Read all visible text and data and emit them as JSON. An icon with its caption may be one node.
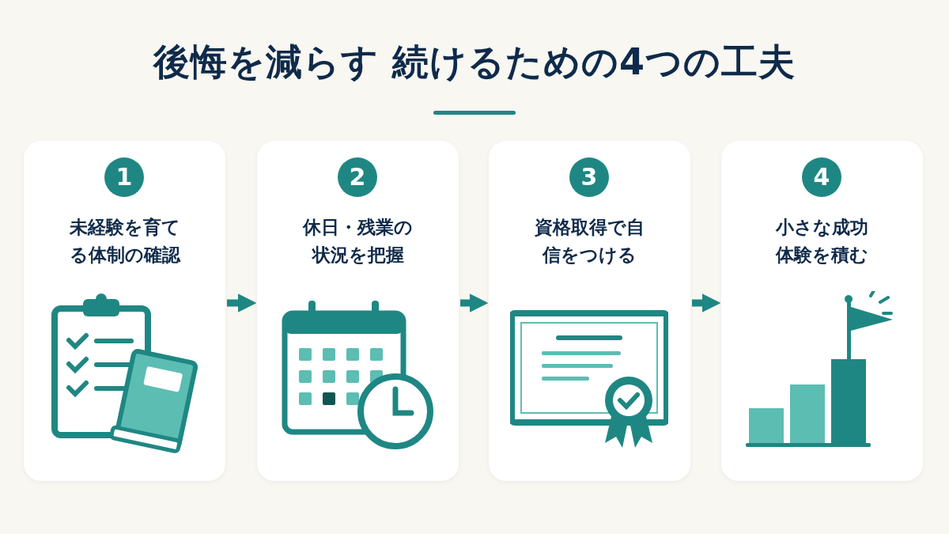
{
  "diagram": {
    "title": "後悔を減らす 続けるための4つの工夫",
    "nodes": [
      {
        "text": [
          "未経験を育てる体制の確認"
        ]
      },
      {
        "text": [
          "1"
        ],
        "in": 0
      },
      {
        "text": [
          "休日・残業の状況を把握"
        ]
      },
      {
        "text": [
          "2"
        ],
        "in": 2
      },
      {
        "text": [
          "資格取得で自信をつける"
        ]
      },
      {
        "text": [
          "3"
        ],
        "in": 4
      },
      {
        "text": [
          "小さな成功体験を積む"
        ]
      },
      {
        "text": [
          "4"
        ],
        "in": 6
      }
    ],
    "edges": [
      {
        "from": 0,
        "to": 2,
        "arrow": "to"
      },
      {
        "from": 2,
        "to": 4,
        "arrow": "to"
      },
      {
        "from": 4,
        "to": 6,
        "arrow": "to"
      }
    ]
  }
}
